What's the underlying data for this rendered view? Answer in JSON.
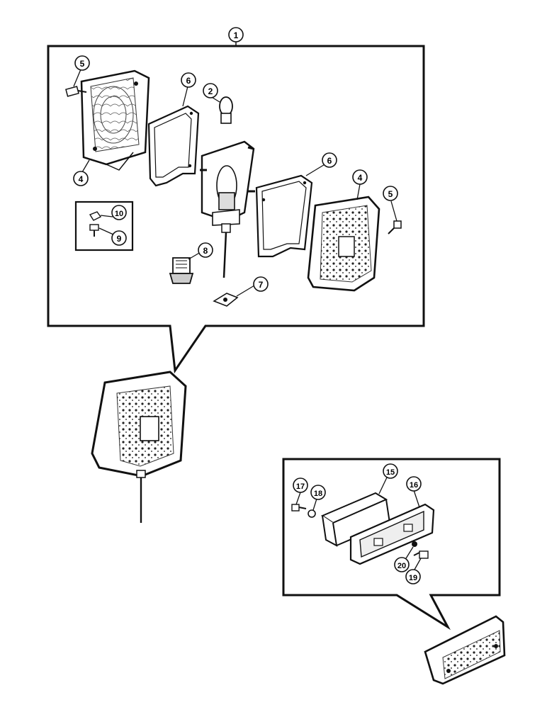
{
  "diagram": {
    "assembly_callout": "1",
    "part_callouts": {
      "bulb": "2",
      "lens_upper": "4",
      "lens_lower": "4",
      "screw_upper": "5",
      "screw_lower": "5",
      "gasket_upper": "6",
      "gasket_lower": "6",
      "plate_gasket": "7",
      "mount_bolt": "8",
      "inset_screw": "9",
      "inset_washer": "10",
      "reflector": "15",
      "housing": "16",
      "small_screw": "17",
      "small_washer": "18",
      "bottom_screw": "19",
      "bottom_washer": "20"
    }
  },
  "colors": {
    "line": "#111111",
    "paper": "#ffffff",
    "shade": "#d9d9d9"
  }
}
